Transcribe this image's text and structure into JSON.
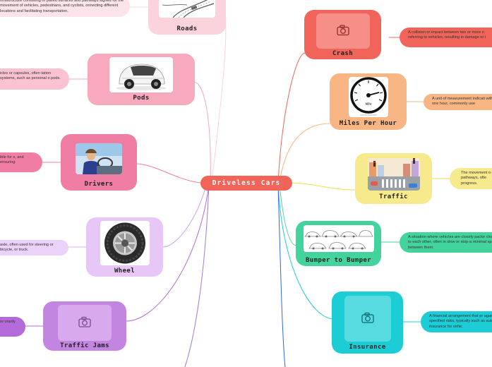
{
  "center": "Driveless Cars",
  "left_nodes": {
    "roads": {
      "label": "Roads",
      "desc": "nfrastructure consisting of paved surfaces and pathways signed for the movement of vehicles, pedestrians, and cyclists, onnecting different locations and facilitating transportation."
    },
    "pods": {
      "label": "Pods",
      "desc": "icles or capsules, often tation systems, such as personal o pods."
    },
    "drivers": {
      "label": "Drivers",
      "desc": "ible for s, and ensuring"
    },
    "wheel": {
      "label": "Wheel",
      "desc": "axle, often used for steering or bicycle, or truck."
    },
    "traffic_jams": {
      "label": "Traffic Jams",
      "desc": "re orarily"
    }
  },
  "right_nodes": {
    "crash": {
      "label": "Crash",
      "desc": "A collision or impact between two or more o referring to vehicles, resulting in damage or i"
    },
    "mph": {
      "label": "Miles Per Hour",
      "desc": "A unit of measurement indicati within one hour, commonly use"
    },
    "traffic": {
      "label": "Traffic",
      "desc": "The movement o or pathways, ofte progress."
    },
    "bumper": {
      "label": "Bumper to Bumper",
      "desc": "A situation where vehicles are closely packe closely to each other, often in slow or stop-a minimal space between them."
    },
    "insurance": {
      "label": "Insurance",
      "desc": "A financial arrangement that pr against specified risks, typically such as auto insurance for vehic"
    }
  },
  "icons": {
    "camera": "camera-icon",
    "speedometer_unit": "MPH"
  },
  "colors": {
    "center": "#f0645a",
    "roads": "#fbd3dd",
    "pods": "#f7a9bd",
    "drivers": "#f07da3",
    "wheel": "#e6c7f5",
    "traffic_jams": "#c386e0",
    "crash": "#f0645a",
    "mph": "#f8b684",
    "traffic": "#f7ea8c",
    "bumper": "#43d49e",
    "insurance": "#1ccdd6"
  }
}
